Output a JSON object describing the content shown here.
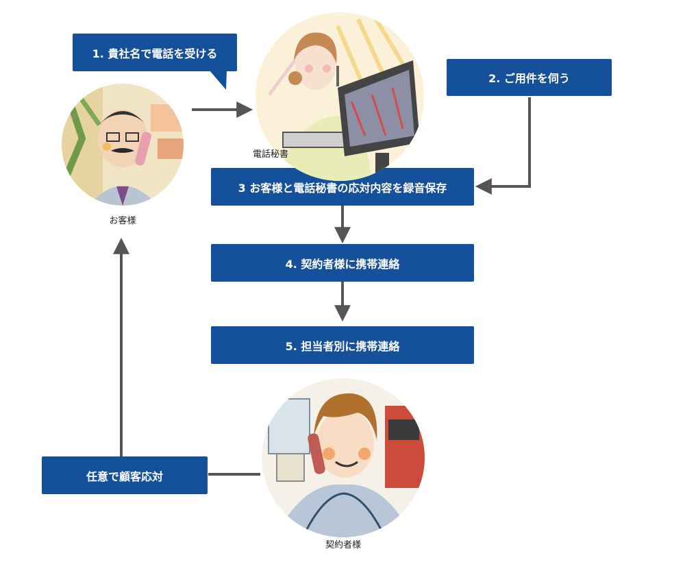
{
  "colors": {
    "box_fill": "#15509b",
    "box_text": "#ffffff",
    "arrow": "#555555",
    "caption_text": "#222222"
  },
  "steps": {
    "step1": "1. 貴社名で電話を受ける",
    "step2": "2. ご用件を伺う",
    "step3": "3 お客様と電話秘書の応対内容を録音保存",
    "step4": "4. 契約者様に携帯連絡",
    "step5": "5. 担当者別に携帯連絡",
    "optional": "任意で顧客応対"
  },
  "captions": {
    "customer": "お客様",
    "secretary": "電話秘書",
    "contractor": "契約者様"
  },
  "icons": {
    "customer": "customer-on-phone-illustration",
    "secretary": "secretary-at-computer-illustration",
    "contractor": "contractor-on-phone-illustration"
  }
}
